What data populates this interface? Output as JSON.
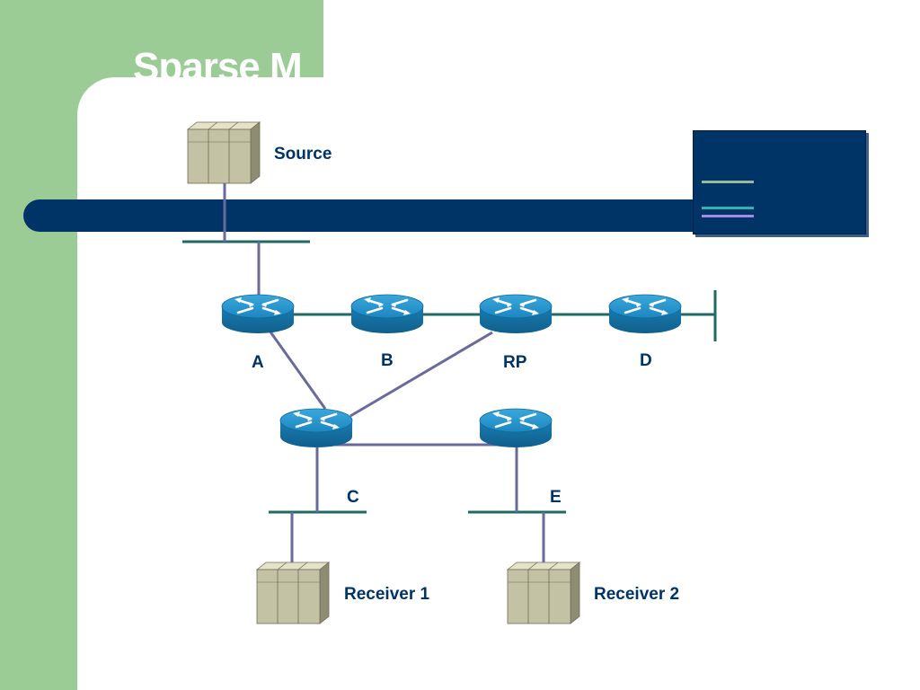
{
  "slide": {
    "title": "Sparse M"
  },
  "colors": {
    "panel_green": "#9ccc96",
    "navy": "#003366",
    "link_purple": "#6a6a9c",
    "lan_teal": "#1f6b63",
    "router_blue": "#1f8cc4",
    "host_tan": "#c4c2a4",
    "label_text": "#003366"
  },
  "legend": {
    "lines": [
      {
        "color": "#9ab89a"
      },
      {
        "color": "#33b0b0"
      },
      {
        "color": "#a58ae6"
      }
    ]
  },
  "hosts": {
    "source": {
      "label": "Source",
      "icon": "server-icon"
    },
    "receiver1": {
      "label": "Receiver 1",
      "icon": "server-icon"
    },
    "receiver2": {
      "label": "Receiver 2",
      "icon": "server-icon"
    }
  },
  "routers": {
    "a": {
      "label": "A",
      "icon": "router-icon"
    },
    "b": {
      "label": "B",
      "icon": "router-icon"
    },
    "rp": {
      "label": "RP",
      "icon": "router-icon"
    },
    "d": {
      "label": "D",
      "icon": "router-icon"
    },
    "c": {
      "label": "C",
      "icon": "router-icon"
    },
    "e": {
      "label": "E",
      "icon": "router-icon"
    }
  }
}
